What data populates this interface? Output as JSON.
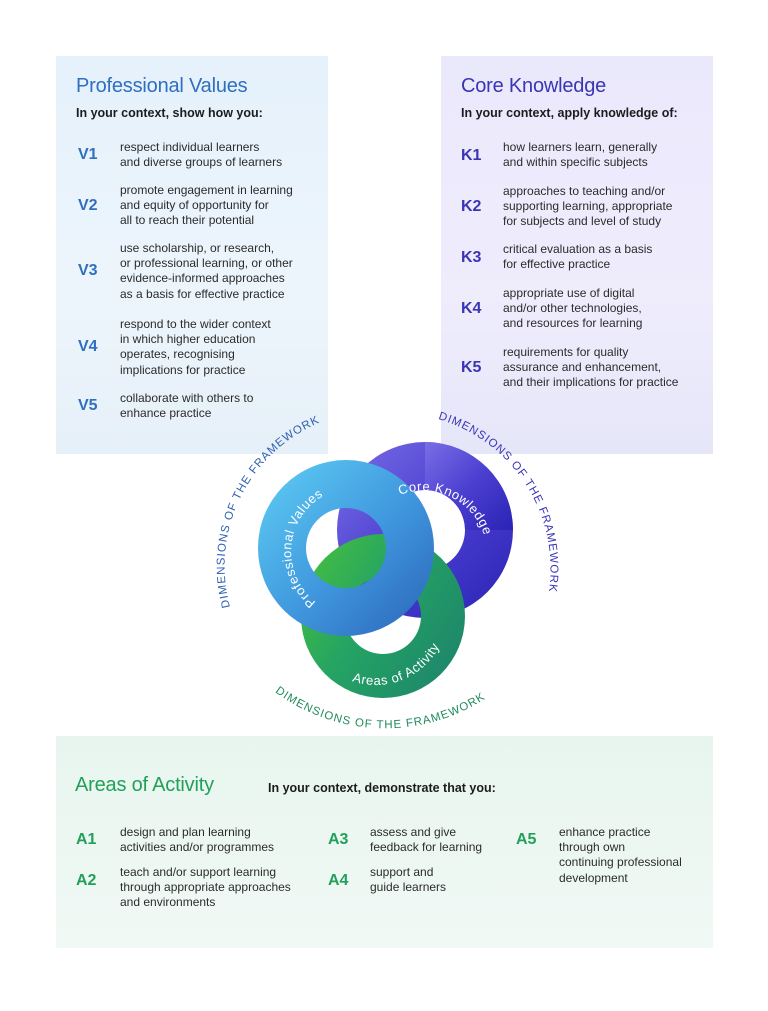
{
  "colors": {
    "values_blue": "#2f6fc0",
    "knowledge_purple": "#3a35b5",
    "activity_green": "#22a05a",
    "arc_text_blue": "#2d5fb0",
    "arc_text_green": "#1f8a5a"
  },
  "professional_values": {
    "title": "Professional Values",
    "subtitle": "In your context, show how you:",
    "items": [
      {
        "code": "V1",
        "text": "respect individual learners\nand diverse groups of learners"
      },
      {
        "code": "V2",
        "text": "promote engagement in learning\nand equity of opportunity for\nall to reach their potential"
      },
      {
        "code": "V3",
        "text": "use scholarship, or research,\nor professional learning, or other\nevidence-informed approaches\nas a basis for effective practice"
      },
      {
        "code": "V4",
        "text": "respond to the wider context\nin which higher education\noperates, recognising\nimplications for practice"
      },
      {
        "code": "V5",
        "text": "collaborate with others to\nenhance practice"
      }
    ]
  },
  "core_knowledge": {
    "title": "Core Knowledge",
    "subtitle": "In your context, apply knowledge of:",
    "items": [
      {
        "code": "K1",
        "text": "how learners learn, generally\nand within specific subjects"
      },
      {
        "code": "K2",
        "text": "approaches to teaching and/or\nsupporting learning, appropriate\nfor subjects and level of study"
      },
      {
        "code": "K3",
        "text": "critical evaluation as a basis\nfor effective practice"
      },
      {
        "code": "K4",
        "text": "appropriate use of digital\nand/or other technologies,\nand resources for learning"
      },
      {
        "code": "K5",
        "text": "requirements for quality\nassurance and enhancement,\nand their implications for practice"
      }
    ]
  },
  "areas_of_activity": {
    "title": "Areas of Activity",
    "subtitle": "In your context, demonstrate that you:",
    "items": [
      {
        "code": "A1",
        "text": "design and plan learning\nactivities and/or programmes"
      },
      {
        "code": "A2",
        "text": "teach and/or support learning\nthrough appropriate approaches\nand environments"
      },
      {
        "code": "A3",
        "text": "assess and give\nfeedback for learning"
      },
      {
        "code": "A4",
        "text": "support and\nguide learners"
      },
      {
        "code": "A5",
        "text": "enhance practice\nthrough own\ncontinuing professional\ndevelopment"
      }
    ]
  },
  "diagram": {
    "arc_label_left": "DIMENSIONS OF THE FRAMEWORK",
    "arc_label_right": "DIMENSIONS OF THE FRAMEWORK",
    "arc_label_bottom": "DIMENSIONS OF THE FRAMEWORK",
    "ring_values": "Professional Values",
    "ring_knowledge": "Core Knowledge",
    "ring_activity": "Areas of Activity"
  }
}
